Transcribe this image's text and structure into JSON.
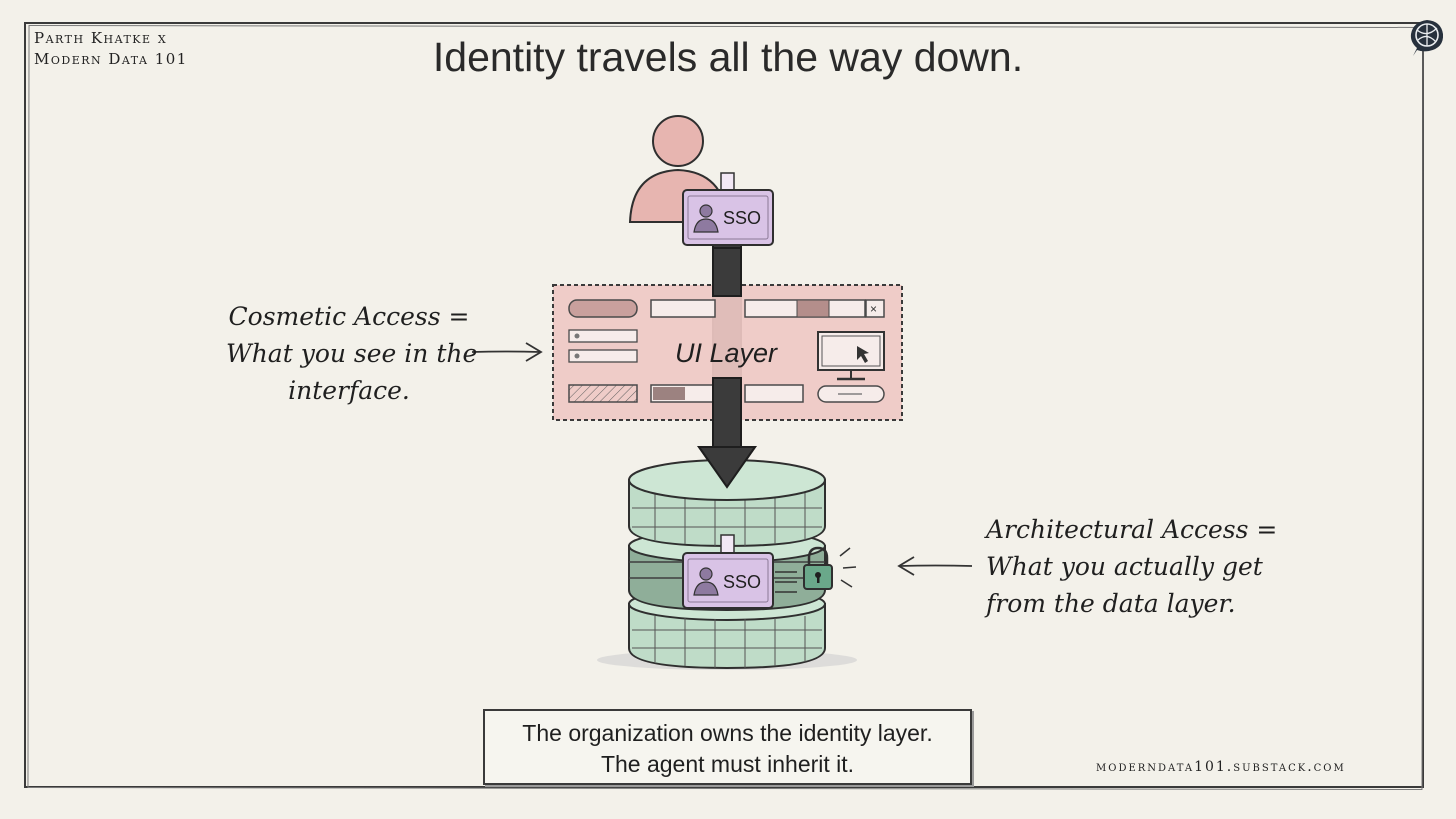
{
  "header": {
    "author_line1": "Parth Khatke x",
    "author_line2": "Modern Data 101",
    "title": "Identity travels all the way down."
  },
  "diagram": {
    "ui_layer_label": "UI Layer",
    "badge_top_label": "SSO",
    "badge_db_label": "SSO"
  },
  "notes": {
    "cosmetic_line1": "Cosmetic Access =",
    "cosmetic_line2": "What you see in the",
    "cosmetic_line3": "interface.",
    "architectural_line1": "Architectural Access =",
    "architectural_line2": "What you actually get",
    "architectural_line3": "from the data layer."
  },
  "caption": {
    "line1": "The organization owns the identity layer.",
    "line2": "The agent must inherit it."
  },
  "footer": {
    "url": "moderndata101.substack.com"
  },
  "colors": {
    "background": "#f3f1ea",
    "ink": "#2a2a2a",
    "person_pink": "#e7b5b0",
    "badge_purple": "#d9c3e6",
    "ui_layer_pink": "#efc9c4",
    "db_green": "#bfdcc8",
    "lock_green": "#6aa88a"
  }
}
